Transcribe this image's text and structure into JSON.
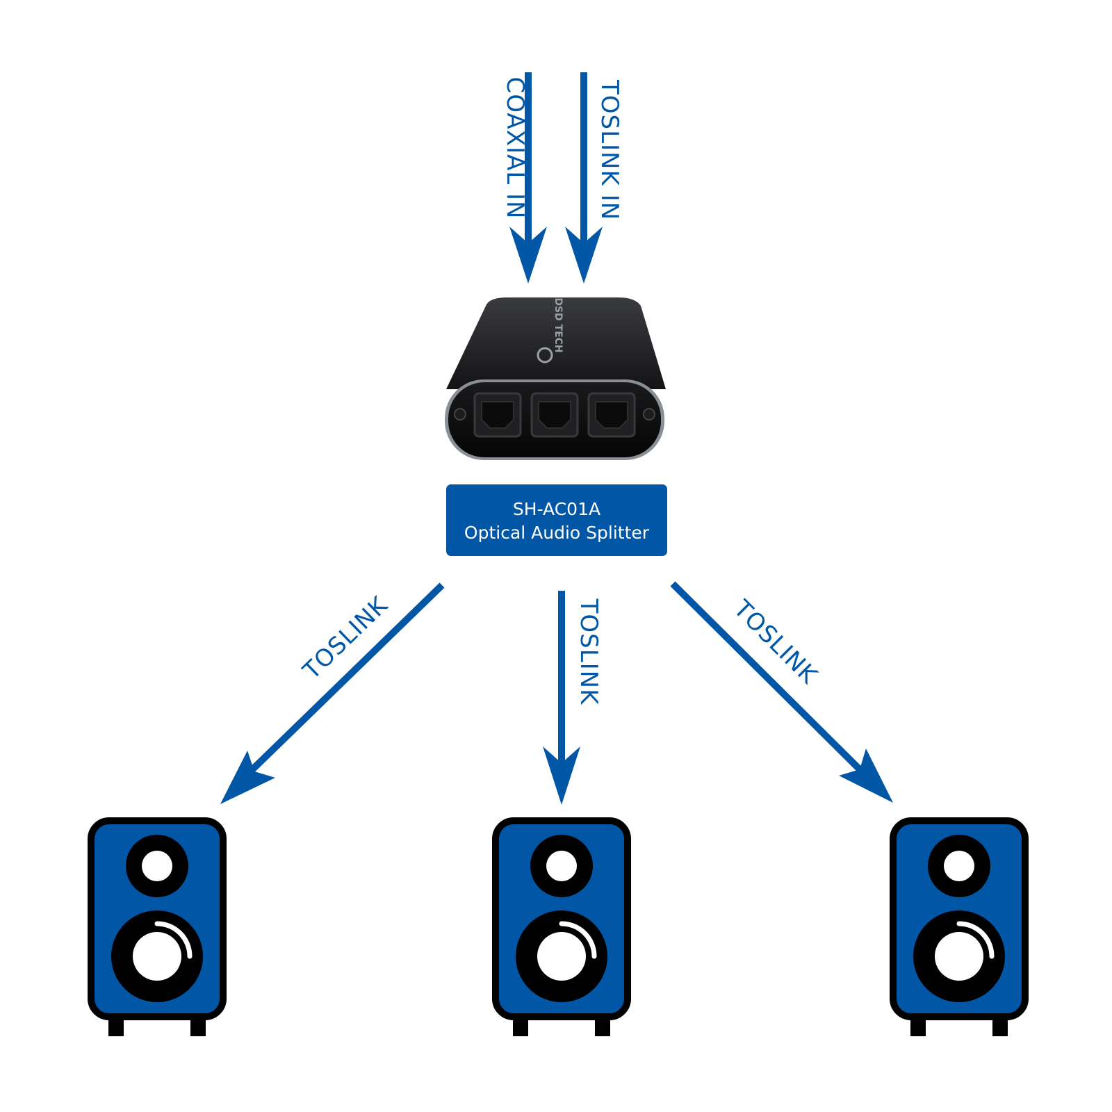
{
  "colors": {
    "accent": "#0157a5",
    "speaker_body": "#0157a5",
    "outline": "#000000",
    "device_body": "#1b1b1d",
    "device_bezel": "#8a8f96",
    "white": "#ffffff"
  },
  "inputs": {
    "coaxial_label": "COAXIAL IN",
    "toslink_label": "TOSLINK IN"
  },
  "device": {
    "brand": "DSD TECH",
    "model": "SH-AC01A",
    "name": "Optical Audio Splitter",
    "ports": [
      "port-1",
      "port-2",
      "port-3"
    ]
  },
  "outputs": {
    "left_label": "TOSLINK",
    "center_label": "TOSLINK",
    "right_label": "TOSLINK"
  },
  "speakers": [
    "speaker-left",
    "speaker-center",
    "speaker-right"
  ],
  "icons": {
    "device": "optical-splitter-icon",
    "speaker": "speaker-icon",
    "logo": "dsd-tech-logo-icon"
  }
}
